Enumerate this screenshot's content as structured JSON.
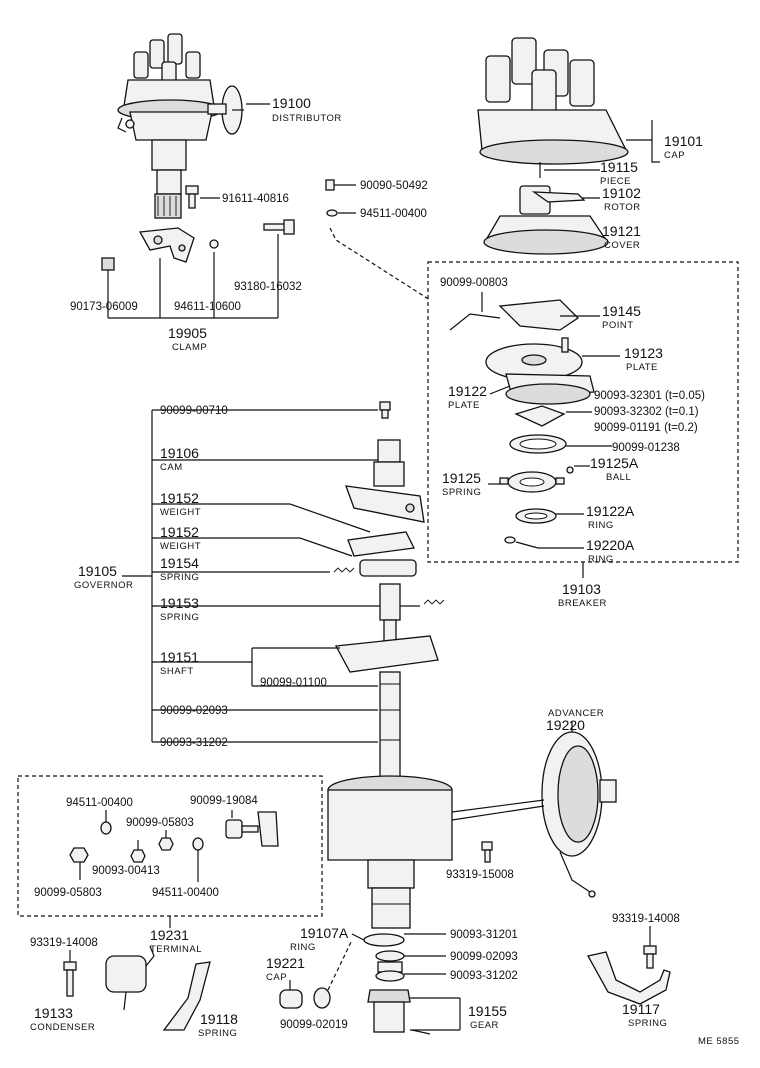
{
  "labels": {
    "distributor": {
      "num": "19100",
      "name": "DISTRIBUTOR"
    },
    "cap": {
      "num": "19101",
      "name": "CAP"
    },
    "piece": {
      "num": "19115",
      "name": "PIECE"
    },
    "rotor": {
      "num": "19102",
      "name": "ROTOR"
    },
    "cover": {
      "num": "19121",
      "name": "COVER"
    },
    "clamp": {
      "num": "19905",
      "name": "CLAMP"
    },
    "point": {
      "num": "19145",
      "name": "POINT"
    },
    "plate_19123": {
      "num": "19123",
      "name": "PLATE"
    },
    "plate_19122": {
      "num": "19122",
      "name": "PLATE"
    },
    "ball": {
      "num": "19125A",
      "name": "BALL"
    },
    "spring_19125": {
      "num": "19125",
      "name": "SPRING"
    },
    "ring_19122A": {
      "num": "19122A",
      "name": "RING"
    },
    "ring_19220A": {
      "num": "19220A",
      "name": "RING"
    },
    "breaker": {
      "num": "19103",
      "name": "BREAKER"
    },
    "cam": {
      "num": "19106",
      "name": "CAM"
    },
    "weight_a": {
      "num": "19152",
      "name": "WEIGHT"
    },
    "weight_b": {
      "num": "19152",
      "name": "WEIGHT"
    },
    "spring_19154": {
      "num": "19154",
      "name": "SPRING"
    },
    "spring_19153": {
      "num": "19153",
      "name": "SPRING"
    },
    "shaft": {
      "num": "19151",
      "name": "SHAFT"
    },
    "governor": {
      "num": "19105",
      "name": "GOVERNOR"
    },
    "advancer": {
      "num": "19220",
      "name": "ADVANCER"
    },
    "terminal": {
      "num": "19231",
      "name": "TERMINAL"
    },
    "ring_19107A": {
      "num": "19107A",
      "name": "RING"
    },
    "cap_19221": {
      "num": "19221",
      "name": "CAP"
    },
    "condenser": {
      "num": "19133",
      "name": "CONDENSER"
    },
    "spring_19118": {
      "num": "19118",
      "name": "SPRING"
    },
    "gear": {
      "num": "19155",
      "name": "GEAR"
    },
    "spring_19117": {
      "num": "19117",
      "name": "SPRING"
    }
  },
  "part_numbers": {
    "p91611_40816": "91611-40816",
    "p93180_16032": "93180-16032",
    "p90173_06009": "90173-06009",
    "p94611_10600": "94611-10600",
    "p90090_50492": "90090-50492",
    "p94511_00400_top": "94511-00400",
    "p90099_00803": "90099-00803",
    "p90093_32301": "90093-32301 (t=0.05)",
    "p90093_32302": "90093-32302 (t=0.1)",
    "p90099_01191": "90099-01191 (t=0.2)",
    "p90099_01238": "90099-01238",
    "p90099_00710": "90099-00710",
    "p90099_01100": "90099-01100",
    "p90099_02093_left": "90099-02093",
    "p90093_31202_left": "90093-31202",
    "p94511_00400_term_a": "94511-00400",
    "p90099_19084": "90099-19084",
    "p90099_05803_a": "90099-05803",
    "p90093_00413": "90093-00413",
    "p90099_05803_b": "90099-05803",
    "p94511_00400_term_b": "94511-00400",
    "p93319_15008": "93319-15008",
    "p93319_14008_left": "93319-14008",
    "p90093_31201": "90093-31201",
    "p90099_02093_right": "90099-02093",
    "p90093_31202_right": "90093-31202",
    "p90099_02019": "90099-02019",
    "p93319_14008_right": "93319-14008"
  },
  "footer": {
    "code": "ME 5855"
  }
}
